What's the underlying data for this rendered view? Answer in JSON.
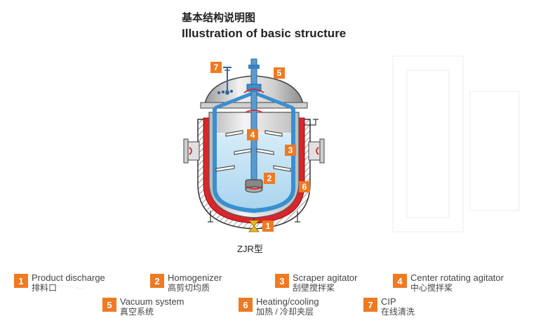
{
  "title": {
    "zh": "基本结构说明图",
    "en": "Illustration of basic structure"
  },
  "model_label": "ZJR型",
  "colors": {
    "accent": "#ee7a22",
    "jacket": "#d9262b",
    "frame": "#3a8fd0",
    "liquid": "#bfe0f2"
  },
  "legend": [
    {
      "num": "1",
      "en": "Product discharge",
      "zh": "排料口"
    },
    {
      "num": "2",
      "en": "Homogenizer",
      "zh": "高剪切均质"
    },
    {
      "num": "3",
      "en": "Scraper agitator",
      "zh": "刮壁搅拌桨"
    },
    {
      "num": "4",
      "en": "Center rotating agitator",
      "zh": "中心搅拌桨"
    },
    {
      "num": "5",
      "en": "Vacuum system",
      "zh": "真空系统"
    },
    {
      "num": "6",
      "en": "Heating/cooling",
      "zh": "加热 / 冷却夹层"
    },
    {
      "num": "7",
      "en": "CIP",
      "zh": "在线清洗"
    }
  ],
  "callouts": [
    "1",
    "2",
    "3",
    "4",
    "5",
    "6",
    "7"
  ]
}
